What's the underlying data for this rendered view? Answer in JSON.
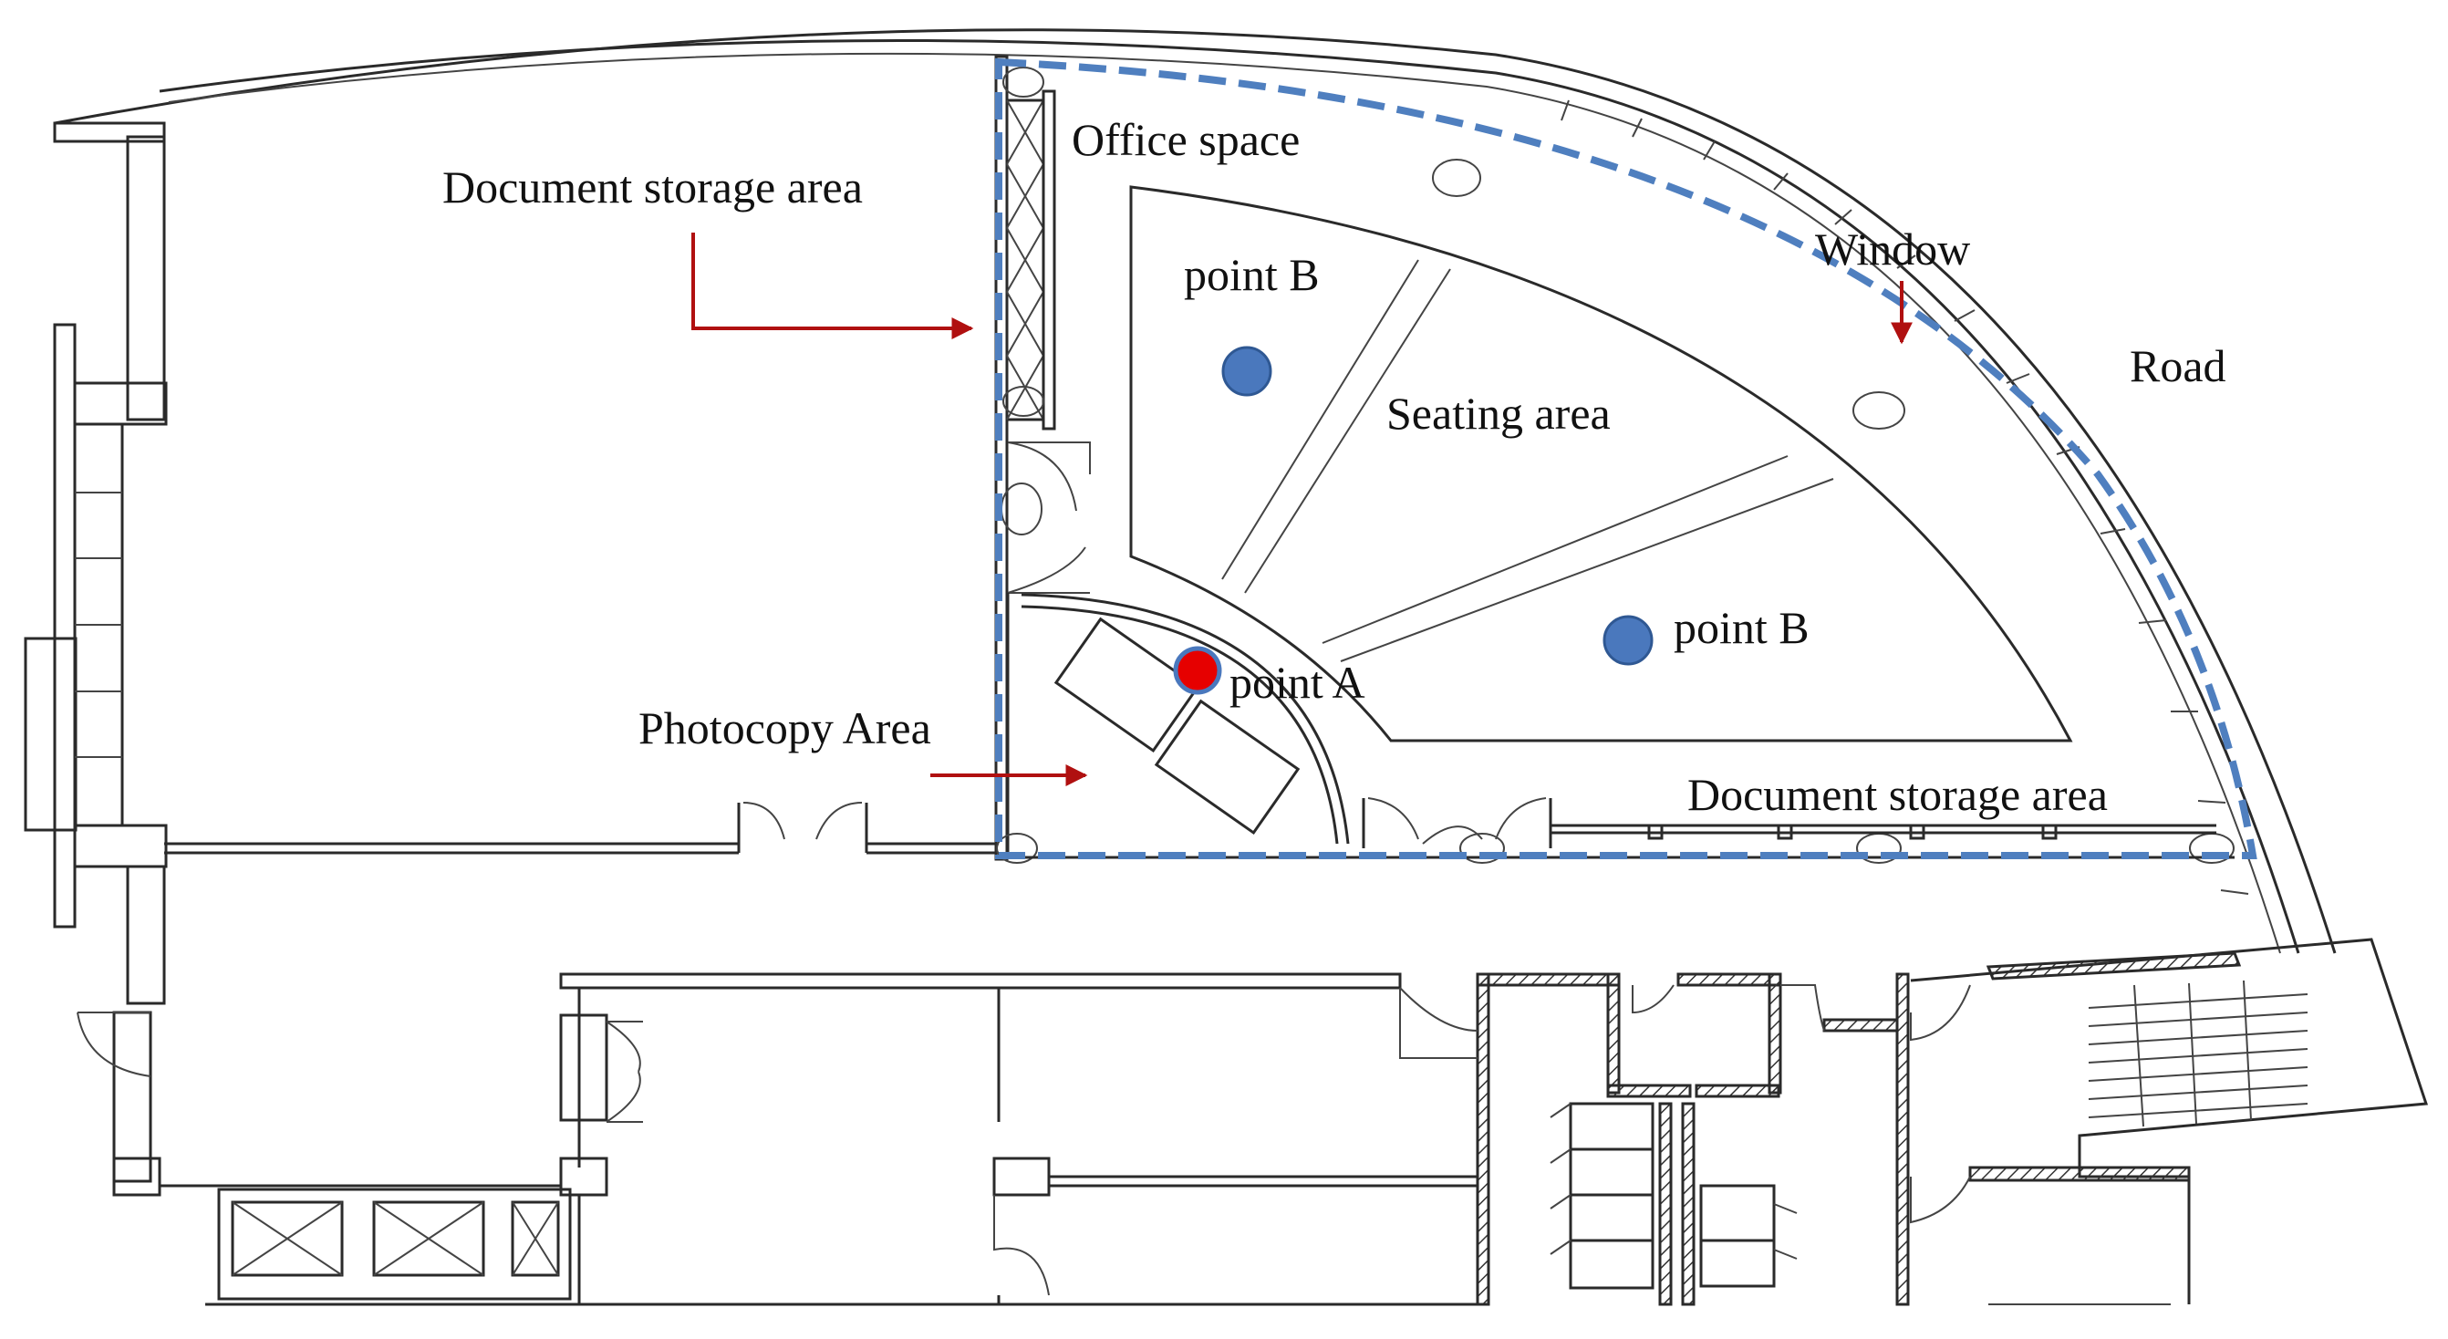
{
  "labels": {
    "office_space": "Office space",
    "doc_storage_top": "Document storage area",
    "doc_storage_bottom": "Document storage area",
    "window": "Window",
    "road": "Road",
    "seating_area": "Seating area",
    "point_b_upper": "point B",
    "point_b_lower": "point B",
    "point_a": "point A",
    "photocopy_area": "Photocopy Area"
  },
  "colors": {
    "zone_outline": "#4f7fbf",
    "point_b_marker": "#4a78bd",
    "point_a_marker": "#e60000",
    "arrow": "#b01010",
    "walls": "#2a2a2a"
  }
}
